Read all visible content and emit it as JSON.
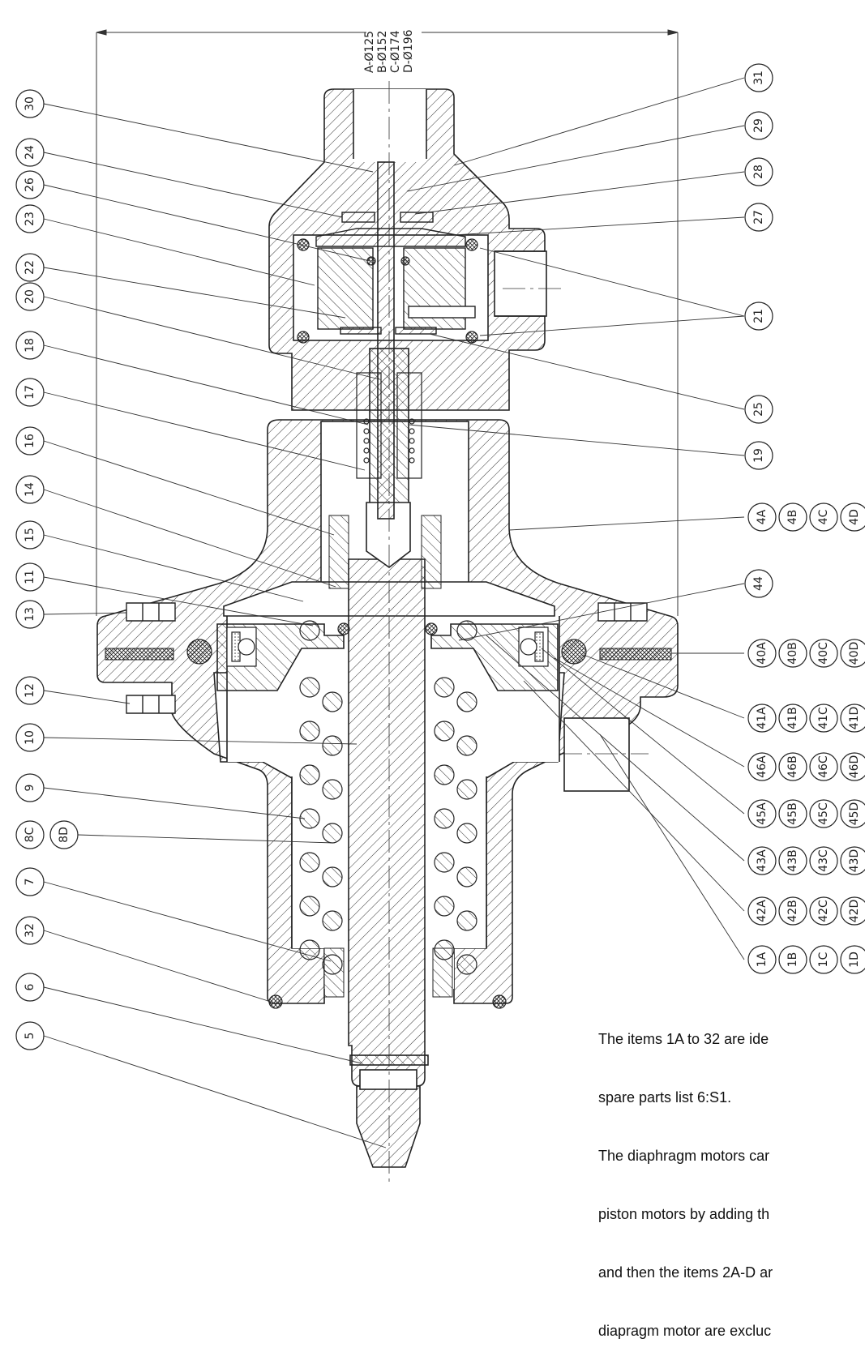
{
  "dimensions": [
    "A-Ø125",
    "B-Ø152",
    "C-Ø174",
    "D-Ø196"
  ],
  "callouts_left": [
    "30",
    "24",
    "26",
    "23",
    "22",
    "20",
    "18",
    "17",
    "16",
    "14",
    "15",
    "11",
    "13",
    "12",
    "10",
    "9",
    "8C",
    "8D",
    "7",
    "32",
    "6",
    "5"
  ],
  "callouts_right": [
    "31",
    "29",
    "28",
    "27",
    "21",
    "25",
    "19",
    "44"
  ],
  "callout_rows_right": [
    [
      "4A",
      "4B",
      "4C",
      "4D"
    ],
    [
      "40A",
      "40B",
      "40C",
      "40D"
    ],
    [
      "41A",
      "41B",
      "41C",
      "41D"
    ],
    [
      "46A",
      "46B",
      "46C",
      "46D"
    ],
    [
      "45A",
      "45B",
      "45C",
      "45D"
    ],
    [
      "43A",
      "43B",
      "43C",
      "43D"
    ],
    [
      "42A",
      "42B",
      "42C",
      "42D"
    ],
    [
      "1A",
      "1B",
      "1C",
      "1D"
    ]
  ],
  "note": {
    "line1": "The items 1A to 32 are ide",
    "line2": "spare parts list 6:S1.",
    "line3": "The diaphragm motors car",
    "line4": "piston motors by adding th",
    "line5": "and then the items 2A-D ar",
    "line6": "diapragm motor are excluc"
  }
}
